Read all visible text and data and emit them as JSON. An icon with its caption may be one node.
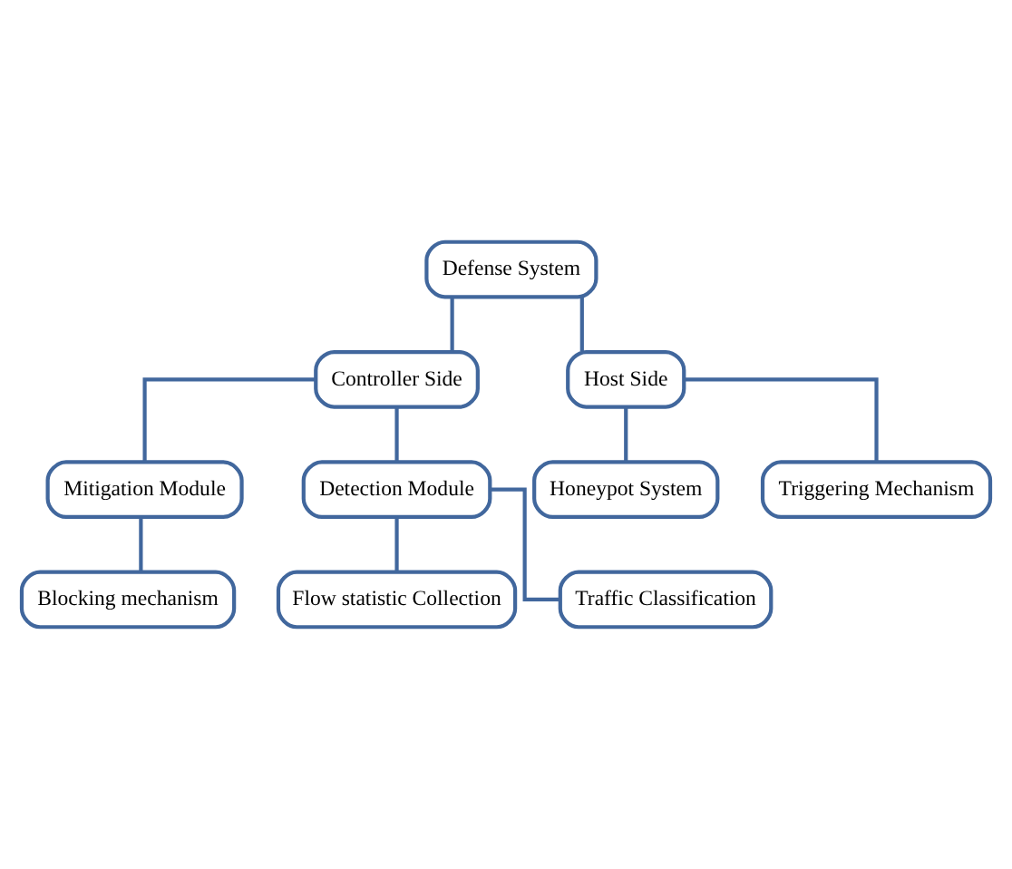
{
  "diagram": {
    "nodes": [
      {
        "text": [
          "Defense System"
        ]
      },
      {
        "text": [
          "Controller Side"
        ]
      },
      {
        "text": [
          "Host Side"
        ]
      },
      {
        "text": [
          "Mitigation Module"
        ]
      },
      {
        "text": [
          "Detection Module"
        ]
      },
      {
        "text": [
          "Blocking mechanism"
        ]
      },
      {
        "text": [
          "Flow statistic Collection"
        ]
      },
      {
        "text": [
          "Traffic Classification"
        ]
      },
      {
        "text": [
          "Honeypot System"
        ]
      },
      {
        "text": [
          "Triggering Mechanism"
        ]
      }
    ],
    "edges": [
      {
        "from": 0,
        "to": 1,
        "arrow": "none"
      },
      {
        "from": 0,
        "to": 2,
        "arrow": "none"
      },
      {
        "from": 1,
        "to": 3,
        "arrow": "none"
      },
      {
        "from": 1,
        "to": 4,
        "arrow": "none"
      },
      {
        "from": 3,
        "to": 5,
        "arrow": "none"
      },
      {
        "from": 4,
        "to": 6,
        "arrow": "none"
      },
      {
        "from": 4,
        "to": 7,
        "arrow": "none"
      },
      {
        "from": 2,
        "to": 8,
        "arrow": "none"
      },
      {
        "from": 2,
        "to": 9,
        "arrow": "none"
      }
    ]
  }
}
